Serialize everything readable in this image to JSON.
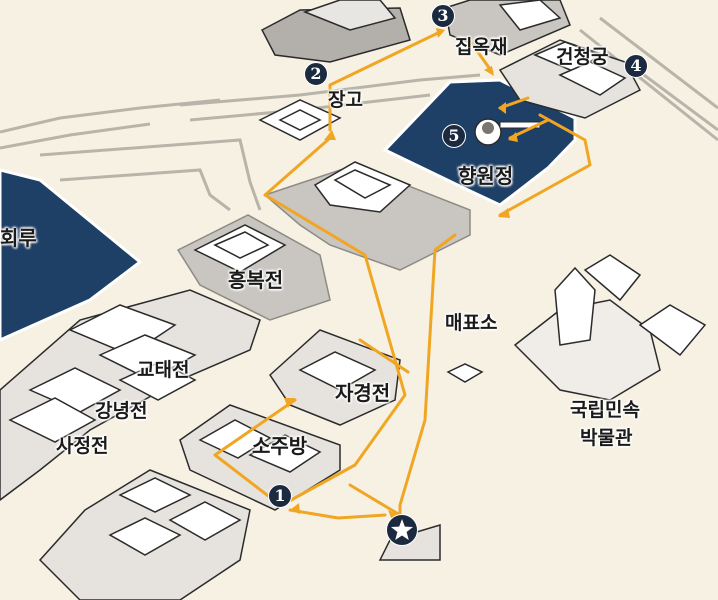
{
  "labels": {
    "jibokjae": "집옥재",
    "geoncheonggung": "건청궁",
    "janggo": "장고",
    "hyangwonjeong": "향원정",
    "gyeonghoeru": "회루",
    "heungbokjeon": "흥복전",
    "maepyoso": "매표소",
    "gyotaejeon": "교태전",
    "jagyeongjeon": "자경전",
    "gangnyeongjeon": "강녕전",
    "sajeongjeon": "사정전",
    "sojubang": "소주방",
    "museum_line1": "국립민속",
    "museum_line2": "박물관"
  },
  "markers": {
    "m1": "1",
    "m2": "2",
    "m3": "3",
    "m4": "4",
    "m5": "5"
  },
  "icons": {
    "start": "star-icon"
  },
  "colors": {
    "route": "#f0a623",
    "water": "#1e3f66",
    "ground": "#f6f1e3",
    "plaza": "#c9c6c1",
    "building": "#ffffff",
    "outline": "#2b2b2b",
    "marker": "#1c2a40"
  }
}
